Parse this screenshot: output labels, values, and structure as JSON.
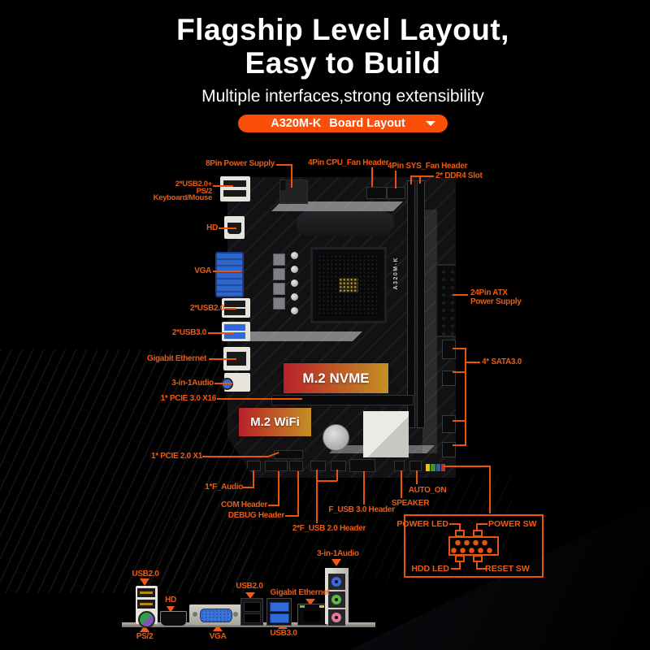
{
  "header": {
    "title_line1": "Flagship Level Layout,",
    "title_line2": "Easy to Build",
    "subtitle": "Multiple interfaces,strong extensibility",
    "button_model": "A320M-K",
    "button_text": "Board Layout"
  },
  "callouts": {
    "power8pin": "8Pin Power Supply",
    "cpu_fan": "4Pin CPU_Fan Header",
    "sys_fan": "4Pin SYS_Fan Header",
    "ddr4": "2* DDR4 Slot",
    "usb2_ps2_line1": "2*USB2.0+",
    "usb2_ps2_line2": "PS/2",
    "usb2_ps2_line3": "Keyboard/Mouse",
    "hd": "HD",
    "vga": "VGA",
    "usb20": "2*USB2.0",
    "usb30": "2*USB3.0",
    "ethernet": "Gigabit Ethernet",
    "audio": "3-in-1Audio",
    "pcie16": "1* PCIE 3.0 X16",
    "pcie1": "1* PCIE 2.0 X1",
    "f_audio": "1*F_Audio",
    "com": "COM Header",
    "debug": "DEBUG Header",
    "fusb2": "2*F_USB 2.0 Header",
    "fusb3": "F_USB 3.0 Header",
    "speaker": "SPEAKER",
    "auto_on": "AUTO_ON",
    "atx24_line1": "24Pin ATX",
    "atx24_line2": "Power Supply",
    "sata": "4* SATA3.0"
  },
  "board": {
    "m2_nvme": "M.2 NVME",
    "m2_wifi": "M.2 WiFi",
    "silkscreen": "A320M-K"
  },
  "front_panel": {
    "power_led": "POWER LED",
    "power_sw": "POWER SW",
    "hdd_led": "HDD LED",
    "reset_sw": "RESET SW"
  },
  "io_panel": {
    "usb2_top": "USB2.0",
    "ps2": "PS/2",
    "hd": "HD",
    "vga": "VGA",
    "usb2_mid": "USB2.0",
    "usb3": "USB3.0",
    "ethernet": "Gigabit Ethernet",
    "audio": "3-in-1Audio"
  },
  "colors": {
    "accent_orange": "#ee5a11",
    "leader_line": "#e8540c",
    "pill_orange": "#fb4e09",
    "m2_red": "#c5222b",
    "m2_gold": "#d19926",
    "vga_blue": "#3a74d8",
    "usb3_blue": "#2f6bd8",
    "audio_green": "#58b848",
    "audio_pink": "#e87898",
    "ps2_green": "#2fa04a",
    "ps2_purple": "#8055b5"
  }
}
